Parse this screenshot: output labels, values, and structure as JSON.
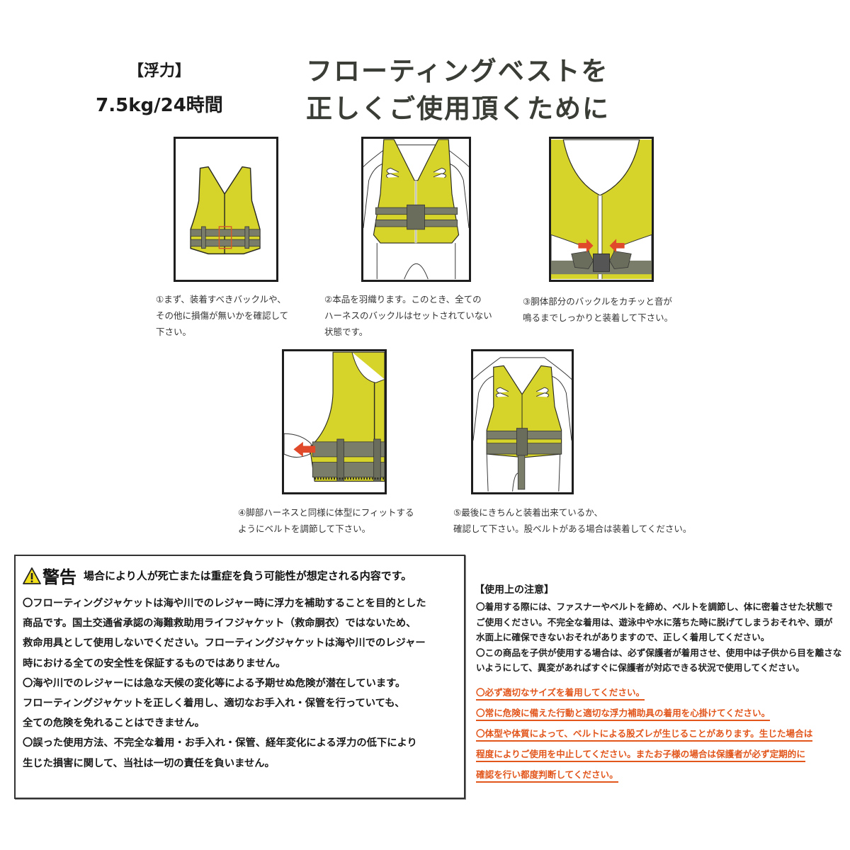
{
  "header": {
    "buoyancy_label": "【浮力】",
    "buoyancy_value": "7.5kg/24時間",
    "title_line1": "フローティングベストを",
    "title_line2": "正しくご使用頂くために"
  },
  "colors": {
    "vest_yellow": "#d6d32a",
    "belt_gray": "#7a7d6a",
    "arrow_red": "#e04a2a",
    "title_color": "#3a3d36",
    "notice_red": "#e2561c"
  },
  "steps": [
    {
      "number": "①",
      "icon": "vest-inspection-illustration",
      "lines": [
        "①まず、装着すべきバックルや、",
        "その他に損傷が無いかを確認して",
        "下さい。"
      ]
    },
    {
      "number": "②",
      "icon": "vest-wearing-illustration",
      "lines": [
        "②本品を羽織ります。このとき、全ての",
        "ハーネスのバックルはセットされていない",
        "状態です。"
      ]
    },
    {
      "number": "③",
      "icon": "buckle-fastening-illustration",
      "lines": [
        "③胴体部分のバックルをカチッと音が",
        "鳴るまでしっかりと装着して下さい。"
      ]
    },
    {
      "number": "④",
      "icon": "belt-adjusting-illustration",
      "lines": [
        "④脚部ハーネスと同様に体型にフィットする",
        "ようにベルトを調節して下さい。"
      ]
    },
    {
      "number": "⑤",
      "icon": "final-check-illustration",
      "lines": [
        "⑤最後にきちんと装着出来ているか、",
        "確認して下さい。股ベルトがある場合は装着してください。"
      ]
    }
  ],
  "warning": {
    "icon": "warning-triangle-icon",
    "title": "警告",
    "subtitle": "場合により人が死亡または重症を負う可能性が想定される内容です。",
    "lines": [
      "〇フローティングジャケットは海や川でのレジャー時に浮力を補助することを目的とした",
      "商品です。国土交通省承認の海難救助用ライフジャケット（救命胴衣）ではないため、",
      "救命用具として使用しないでください。フローティングジャケットは海や川でのレジャー",
      "時における全ての安全性を保証するものではありません。",
      "〇海や川でのレジャーには急な天候の変化等による予期せぬ危険が潜在しています。",
      "フローティングジャケットを正しく着用し、適切なお手入れ・保管を行っていても、",
      "全ての危険を免れることはできません。",
      "〇誤った使用方法、不完全な着用・お手入れ・保管、経年変化による浮力の低下により",
      "生じた損害に関して、当社は一切の責任を負いません。"
    ]
  },
  "notes": {
    "title": "【使用上の注意】",
    "lines": [
      "〇着用する際には、ファスナーやベルトを締め、ベルトを調節し、体に密着させた状態で",
      "ご使用ください。不完全な着用は、遊泳中や水に落ちた時に脱げてしまうおそれや、頭が",
      "水面上に確保できないおそれがありますので、正しく着用してください。",
      "〇この商品を子供が使用する場合は、必ず保護者が着用させ、使用中は子供から目を離さな",
      "いようにして、異変があればすぐに保護者が対応できる状況で使用してください。"
    ],
    "red_lines": [
      "〇必ず適切なサイズを着用してください。",
      "〇常に危険に備えた行動と適切な浮力補助具の着用を心掛けてください。",
      "〇体型や体質によって、ベルトによる股ズレが生じることがあります。生じた場合は",
      "程度によりご使用を中止してください。またお子様の場合は保護者が必ず定期的に",
      "確認を行い都度判断してください。"
    ]
  }
}
